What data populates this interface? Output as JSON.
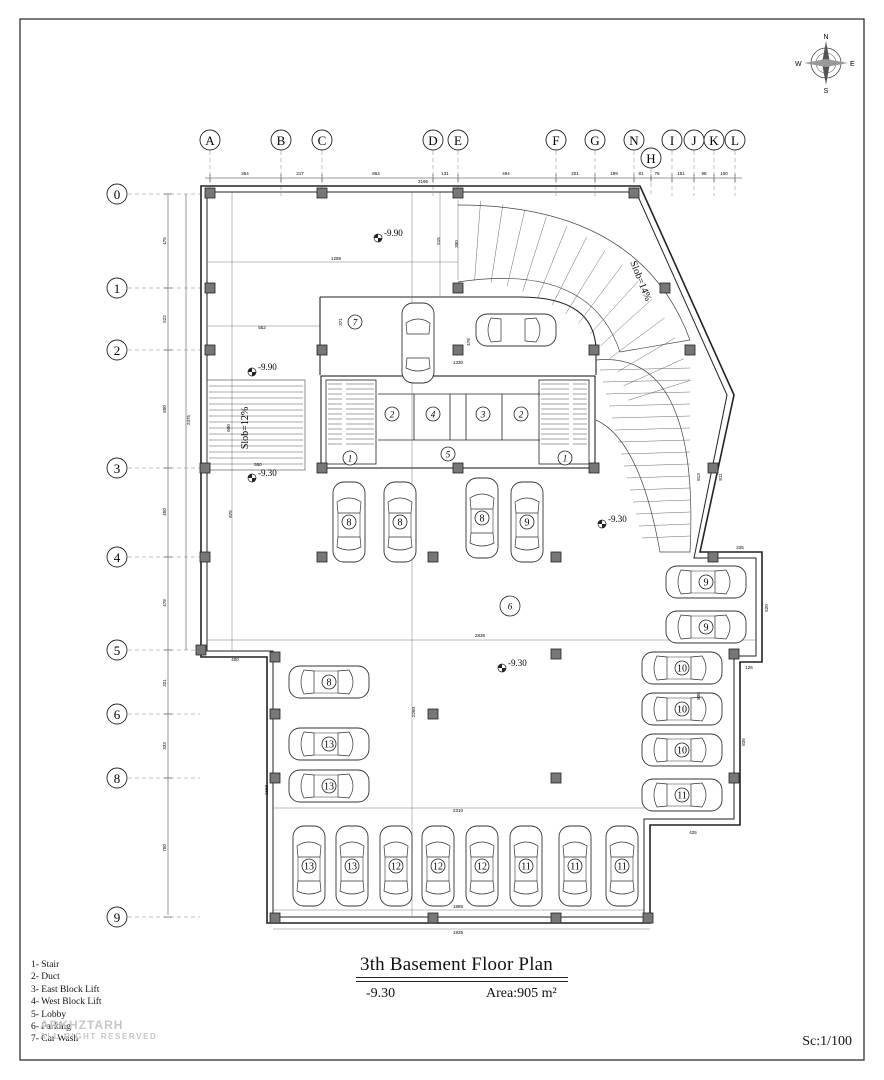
{
  "title": "3th Basement Floor Plan",
  "level": "-9.30",
  "area": "Area:905 m²",
  "scale": "Sc:1/100",
  "legend": [
    "1- Stair",
    "2- Duct",
    "3- East Block Lift",
    "4- West Block Lift",
    "5- Lobby",
    "6- Parking",
    "7- Car Wash"
  ],
  "watermark": {
    "brand": "ARKHZTARH",
    "rights": "ALL RIGHT RESERVED"
  },
  "compass": {
    "n": "N",
    "s": "S",
    "e": "E",
    "w": "W"
  },
  "grid_cols": [
    "A",
    "B",
    "C",
    "D",
    "E",
    "F",
    "G",
    "N",
    "H",
    "I",
    "J",
    "K",
    "L"
  ],
  "grid_rows": [
    "0",
    "1",
    "2",
    "3",
    "4",
    "5",
    "6",
    "8",
    "9"
  ],
  "top_dims": [
    "354",
    "217",
    "864",
    "131",
    "494",
    "201",
    "199",
    "81",
    "76",
    "151",
    "98",
    "100"
  ],
  "overall_top": "2196",
  "left_dims": [
    "475",
    "522",
    "600",
    "450",
    "478",
    "321",
    "333",
    "750"
  ],
  "overall_left": "2375",
  "interior_dims": {
    "d1288": "1288",
    "d552": "552",
    "d1330": "1330",
    "d2836": "2836",
    "d2310": "2310",
    "d1885": "1885",
    "d1935": "1935",
    "d400": "400",
    "d425": "425",
    "d225": "225",
    "d126": "126",
    "d520": "520",
    "d826": "826",
    "d813": "813",
    "d811": "811",
    "d2260": "2260",
    "d1558": "1558",
    "d875": "875",
    "d478": "478",
    "d515": "515",
    "d300": "300",
    "d371": "371",
    "d550": "550",
    "d600": "600",
    "d800": "800"
  },
  "levels": {
    "top": "-9.90",
    "ramp": "-9.90",
    "ramp2": "-9.30",
    "right": "-9.30",
    "center": "-9.30"
  },
  "slopes": {
    "left": "Slob=12%",
    "curve": "Slob=14%"
  },
  "room_tags": {
    "stair": "1",
    "duct": "2",
    "east_lift": "3",
    "west_lift": "4",
    "lobby": "5",
    "parking": "6",
    "car_wash": "7"
  },
  "car_numbers": [
    "8",
    "8",
    "8",
    "9",
    "9",
    "9",
    "8",
    "10",
    "10",
    "10",
    "11",
    "13",
    "13",
    "13",
    "13",
    "12",
    "12",
    "12",
    "11",
    "11",
    "11"
  ]
}
